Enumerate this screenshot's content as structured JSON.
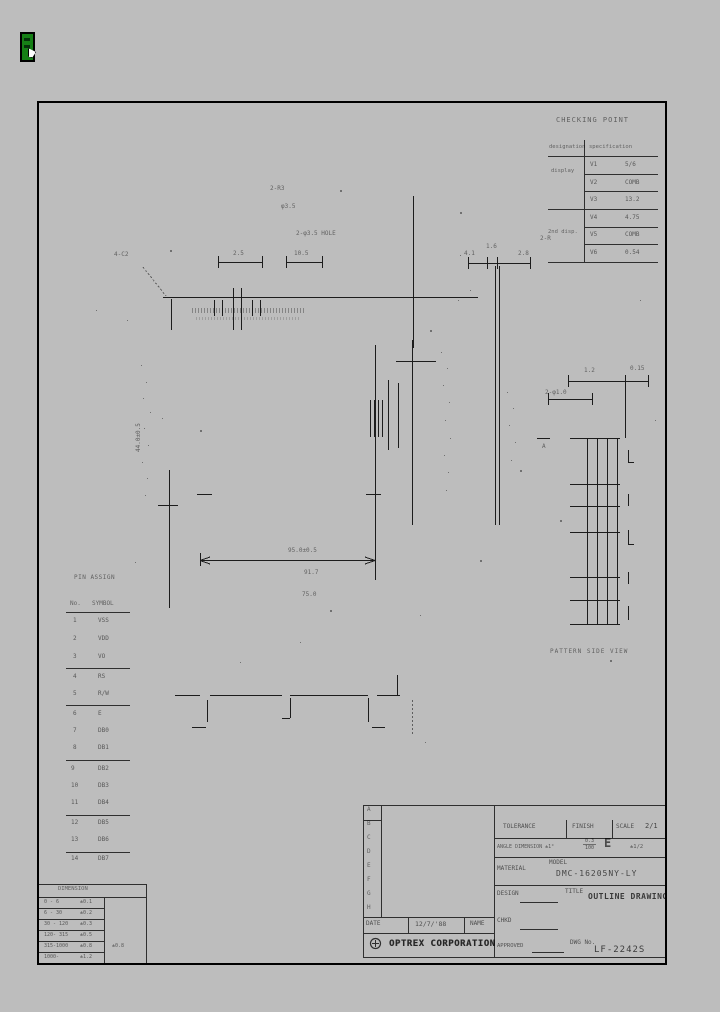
{
  "desktop": {
    "doc_icon": "green-document-icon"
  },
  "spec_table": {
    "title": "CHECKING POINT",
    "header_left": "designation",
    "header_right": "specification",
    "group1_label": "display",
    "group2_label": "2nd disp.",
    "rows": [
      [
        "V1",
        "5/6"
      ],
      [
        "V2",
        "COMB"
      ],
      [
        "V3",
        "13.2"
      ],
      [
        "V4",
        "4.75"
      ],
      [
        "V5",
        "COMB"
      ],
      [
        "V6",
        "0.54"
      ]
    ]
  },
  "pin_table": {
    "title": "PIN ASSIGN",
    "header_no": "No.",
    "header_symbol": "SYMBOL",
    "rows": [
      [
        "1",
        "VSS"
      ],
      [
        "2",
        "VDD"
      ],
      [
        "3",
        "VO"
      ],
      [
        "4",
        "RS"
      ],
      [
        "5",
        "R/W"
      ],
      [
        "6",
        "E"
      ],
      [
        "7",
        "DB0"
      ],
      [
        "8",
        "DB1"
      ],
      [
        "9",
        "DB2"
      ],
      [
        "10",
        "DB3"
      ],
      [
        "11",
        "DB4"
      ],
      [
        "12",
        "DB5"
      ],
      [
        "13",
        "DB6"
      ],
      [
        "14",
        "DB7"
      ]
    ]
  },
  "tol_table": {
    "title": "DIMENSION",
    "rows": [
      [
        "0 -   6",
        "±0.1"
      ],
      [
        "6 -  30",
        "±0.2"
      ],
      [
        "30 - 120",
        "±0.3"
      ],
      [
        "120- 315",
        "±0.5"
      ],
      [
        "315-1000",
        "±0.8"
      ],
      [
        "1000-",
        "±1.2"
      ]
    ]
  },
  "drawing": {
    "labels": {
      "corner": "4-C2",
      "dim1": "2.5",
      "dim2": "10.5",
      "r3": "2-R3",
      "hole_d": "φ3.5",
      "hole": "2-φ3.5 HOLE",
      "w_outer": "95.0±0.5",
      "w_mid": "91.7",
      "w_view": "75.0",
      "t1": "4.1",
      "t2": "1.6",
      "t3": "2.8",
      "tr": "2-R",
      "p1": "1.2",
      "p2": "0.15",
      "p3": "2-φ1.0",
      "a_mark": "A",
      "h_side": "44.0±0.5",
      "pattern_caption": "PATTERN SIDE VIEW"
    }
  },
  "title_block": {
    "revisions": [
      "A",
      "B",
      "C",
      "D",
      "E",
      "F",
      "G",
      "H"
    ],
    "tolerance_label": "TOLERANCE",
    "finish_label": "FINISH",
    "scale_label": "SCALE",
    "scale_value": "2/1",
    "angle_note": "ANGLE DIMENSION ±1°",
    "class_num": "0.3",
    "class_den": "100",
    "grade": "E",
    "radius_note": "±1/2",
    "material_label": "MATERIAL",
    "model_label": "MODEL",
    "model_value": "DMC-16205NY-LY",
    "design_label": "DESIGN",
    "title_label": "TITLE",
    "title_value": "OUTLINE DRAWING",
    "chkd_label": "CHKD",
    "approved_label": "APPROVED",
    "dwg_label": "DWG No.",
    "dwg_value": "LF-2242S",
    "date_label": "DATE",
    "date_value": "12/7/'88",
    "name_label": "NAME",
    "company": "OPTREX CORPORATION"
  }
}
